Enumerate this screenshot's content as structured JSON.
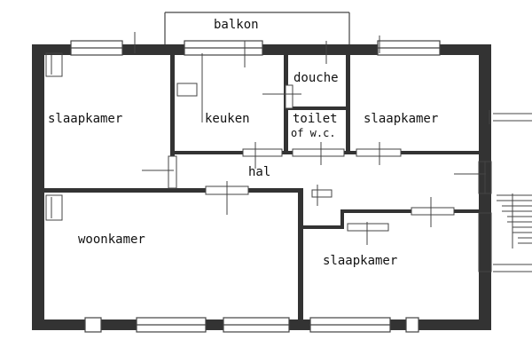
{
  "floorplan": {
    "colors": {
      "wall": "#333333",
      "line": "#444444",
      "bg": "#ffffff",
      "text": "#111111"
    },
    "rooms": {
      "balkon": "balkon",
      "slaapkamer_nw": "slaapkamer",
      "keuken": "keuken",
      "douche": "douche",
      "toilet_line1": "toilet",
      "toilet_line2": "of w.c.",
      "slaapkamer_ne": "slaapkamer",
      "hal": "hal",
      "woonkamer": "woonkamer",
      "slaapkamer_se": "slaapkamer"
    }
  }
}
